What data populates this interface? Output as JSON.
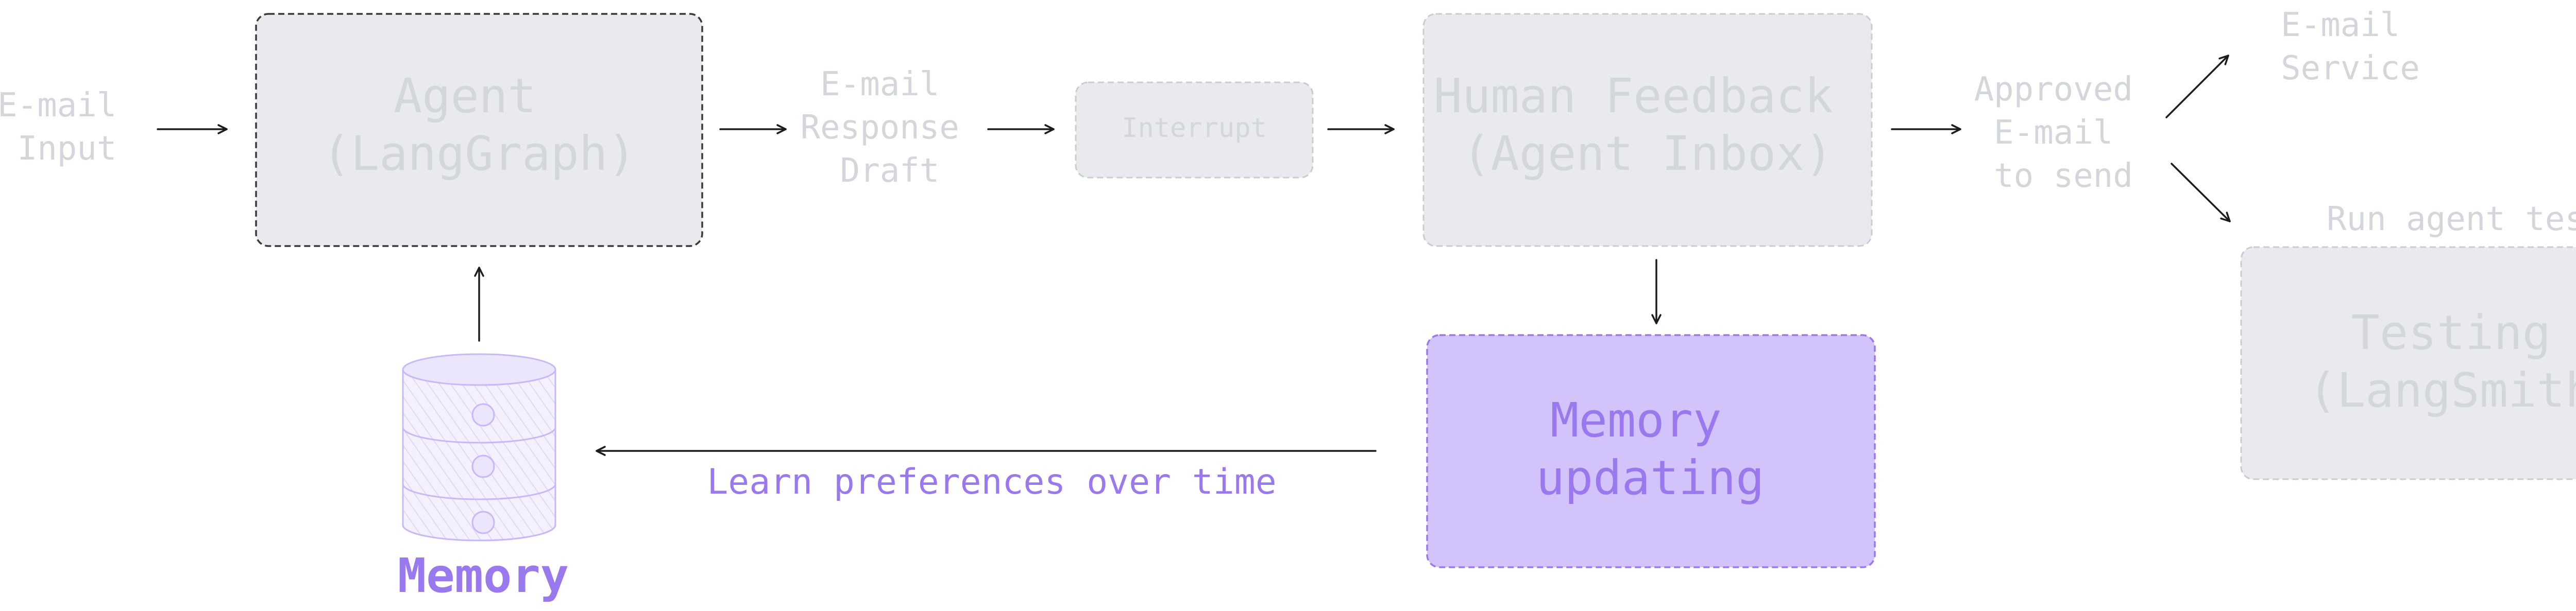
{
  "nodes": {
    "email_input": {
      "line1": "E-mail",
      "line2": "Input"
    },
    "agent": {
      "line1": "Agent",
      "line2": "(LangGraph)"
    },
    "email_draft": {
      "line1": "E-mail",
      "line2": "Response",
      "line3": "Draft"
    },
    "interrupt": {
      "label": "Interrupt"
    },
    "human_feedback": {
      "line1": "Human Feedback",
      "line2": "(Agent Inbox)"
    },
    "approved_email": {
      "line1": "Approved",
      "line2": "E-mail",
      "line3": "to send"
    },
    "email_service": {
      "line1": "E-mail",
      "line2": "Service"
    },
    "run_tests": {
      "label": "Run agent tests"
    },
    "testing": {
      "line1": "Testing",
      "line2": "(LangSmith)"
    },
    "memory_updating": {
      "line1": "Memory",
      "line2": "updating"
    },
    "memory_store": {
      "label": "Memory"
    },
    "learn_preferences": {
      "label": "Learn preferences over time"
    }
  },
  "colors": {
    "muted_text": "#d3d6db",
    "box_fill": "#e8eaed",
    "box_border": "#c9ccd1",
    "agent_border": "#3a3a3a",
    "arrow": "#1c1c1c",
    "purple_text": "#9a79ee",
    "purple_fill": "#d2c3fa",
    "purple_border": "#9a79ee",
    "db_fill": "#ece6fd"
  },
  "icons": {
    "memory_store": "database-cylinder-icon"
  }
}
